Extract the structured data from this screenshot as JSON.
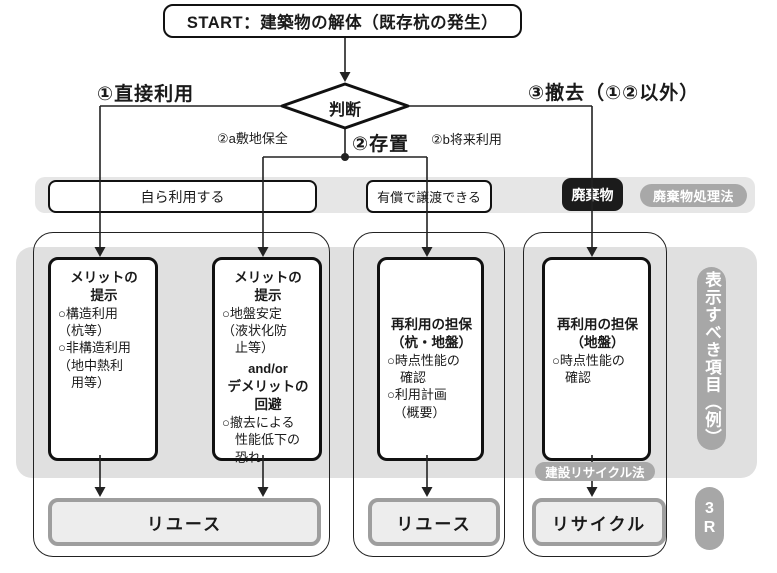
{
  "colors": {
    "band_gray": "#e6e6e6",
    "area_gray": "#e0e0e0",
    "pill_gray": "#a8a8a8",
    "waste_black": "#1b1b1b",
    "outcome_fill": "#ededed",
    "outcome_border": "#9e9e9e",
    "line_black": "#222222"
  },
  "start": {
    "label": "START：建築物の解体（既存杭の発生）"
  },
  "decision": {
    "label": "判断"
  },
  "branches": {
    "direct_use": "①直接利用",
    "preserve": "②存置",
    "preserve_site": "②a敷地保全",
    "preserve_future": "②b将来利用",
    "removal": "③撤去（①②以外）"
  },
  "band": {
    "use_self": "自ら利用する",
    "transfer_paid": "有償で譲渡できる",
    "waste": "廃棄物",
    "waste_law": "廃棄物処理法"
  },
  "boxes": {
    "box1": {
      "title": "メリットの\n提示",
      "body": "○構造利用\n（杭等）\n○非構造利用\n（地中熱利\n　用等）"
    },
    "box2": {
      "title": "メリットの\n提示",
      "body1": "○地盤安定\n（液状化防\n　止等）",
      "connector": "and/or",
      "title2": "デメリットの\n回避",
      "body2": "○撤去による\n　性能低下の\n　恐れ"
    },
    "box3": {
      "title": "再利用の担保\n（杭・地盤）",
      "body": "○時点性能の\n　確認\n○利用計画\n　（概要）"
    },
    "box4": {
      "title": "再利用の担保\n（地盤）",
      "body": "○時点性能の\n　確認"
    }
  },
  "outcomes": {
    "reuse1": "リユース",
    "reuse2": "リユース",
    "recycle": "リサイクル",
    "recycle_law": "建設リサイクル法"
  },
  "side": {
    "display_items": "表示すべき項目（例）",
    "three_r": "3\nR"
  }
}
